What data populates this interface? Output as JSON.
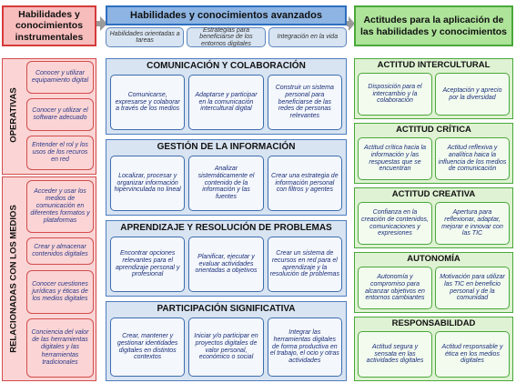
{
  "headers": {
    "left": "Habilidades y conocimientos instrumentales",
    "center": "Habilidades y conocimientos avanzados",
    "right": "Actitudes para la aplicación de las habilidades y conocimientos"
  },
  "center_subheaders": [
    "Habilidades orientadas a tareas",
    "Estrategias para beneficiarse de los entornos digitales",
    "Integración en la vida"
  ],
  "left_groups": [
    {
      "label": "OPERATIVAS",
      "items": [
        "Conocer y utilizar equipamiento digital",
        "Conocer y utilizar el software adecuado",
        "Entender el rol y los usos de los recuros en red"
      ]
    },
    {
      "label": "RELACIONADAS CON LOS MEDIOS",
      "items": [
        "Acceder y usar los medios de comunicación en diferentes formatos y plataformas",
        "Crear y almacenar contenidos digitales",
        "Conocer cuestiones jurídicas y éticas de los medios digitales",
        "Conciencia del valor de las herramientas digitales y las herramientas tradicionales"
      ]
    }
  ],
  "center_sections": [
    {
      "title": "COMUNICACIÓN Y COLABORACIÓN",
      "cells": [
        "Comunicarse, expresarse y colaborar a través de los medios",
        "Adaptarse y participar en la comunicación intercultural digital",
        "Construir un sistema personal para beneficiarse de las redes de personas relevantes"
      ]
    },
    {
      "title": "GESTIÓN DE LA INFORMACIÓN",
      "cells": [
        "Localizar, procesar y organizar información hipervinculada no lineal",
        "Analizar sistemáticamente el contenido de la información y las fuentes",
        "Crear una estrategia de información personal con filtros y agentes"
      ]
    },
    {
      "title": "APRENDIZAJE Y RESOLUCIÓN DE PROBLEMAS",
      "cells": [
        "Encontrar opciones relevantes para el aprendizaje personal y profesional",
        "Planificar, ejecutar y evaluar actividades orientadas a objetivos",
        "Crear un sistema de recursos en red para el aprendizaje y la resolución de problemas"
      ]
    },
    {
      "title": "PARTICIPACIÓN SIGNIFICATIVA",
      "cells": [
        "Crear, mantener y gestionar identidades digitales en distintos contextos",
        "Iniciar y/o participar en proyectos digitales de valor personal, económico o social",
        "Integrar las herramientas digitales de forma productiva en el trabajo, el ocio y otras actividades"
      ]
    }
  ],
  "right_sections": [
    {
      "title": "ACTITUD INTERCULTURAL",
      "cells": [
        "Disposición para el intercambio y la colaboración",
        "Aceptación y aprecio por la diversidad"
      ]
    },
    {
      "title": "ACTITUD CRÍTICA",
      "cells": [
        "Actitud crítica hacia la información y las respuestas que se encuentran",
        "Actitud reflexiva y analítica haica la influencia de los medios de comunicación"
      ]
    },
    {
      "title": "ACTITUD CREATIVA",
      "cells": [
        "Confianza en la creación de contenidos, comunicaciones y expresiones",
        "Apertura para reflexionar, adaptar, mejorar e innovar con las TIC"
      ]
    },
    {
      "title": "AUTONOMÍA",
      "cells": [
        "Autonomía y compromiso para alcanzar objetivos en entornos cambiantes",
        "Motivación para utilizar las TIC en beneficio personal y de la comunidad"
      ]
    },
    {
      "title": "RESPONSABILIDAD",
      "cells": [
        "Actitud segura y sensata en las actividades digitales",
        "Actitud responsable y ética en los medios digitales"
      ]
    }
  ],
  "colors": {
    "red_border": "#d63a3a",
    "red_fill": "#f7bcbc",
    "blue_border": "#2d6fc0",
    "blue_fill": "#8db4e2",
    "green_border": "#4aa83a",
    "green_fill": "#aee39a",
    "arrow": "#9a9a9a"
  }
}
